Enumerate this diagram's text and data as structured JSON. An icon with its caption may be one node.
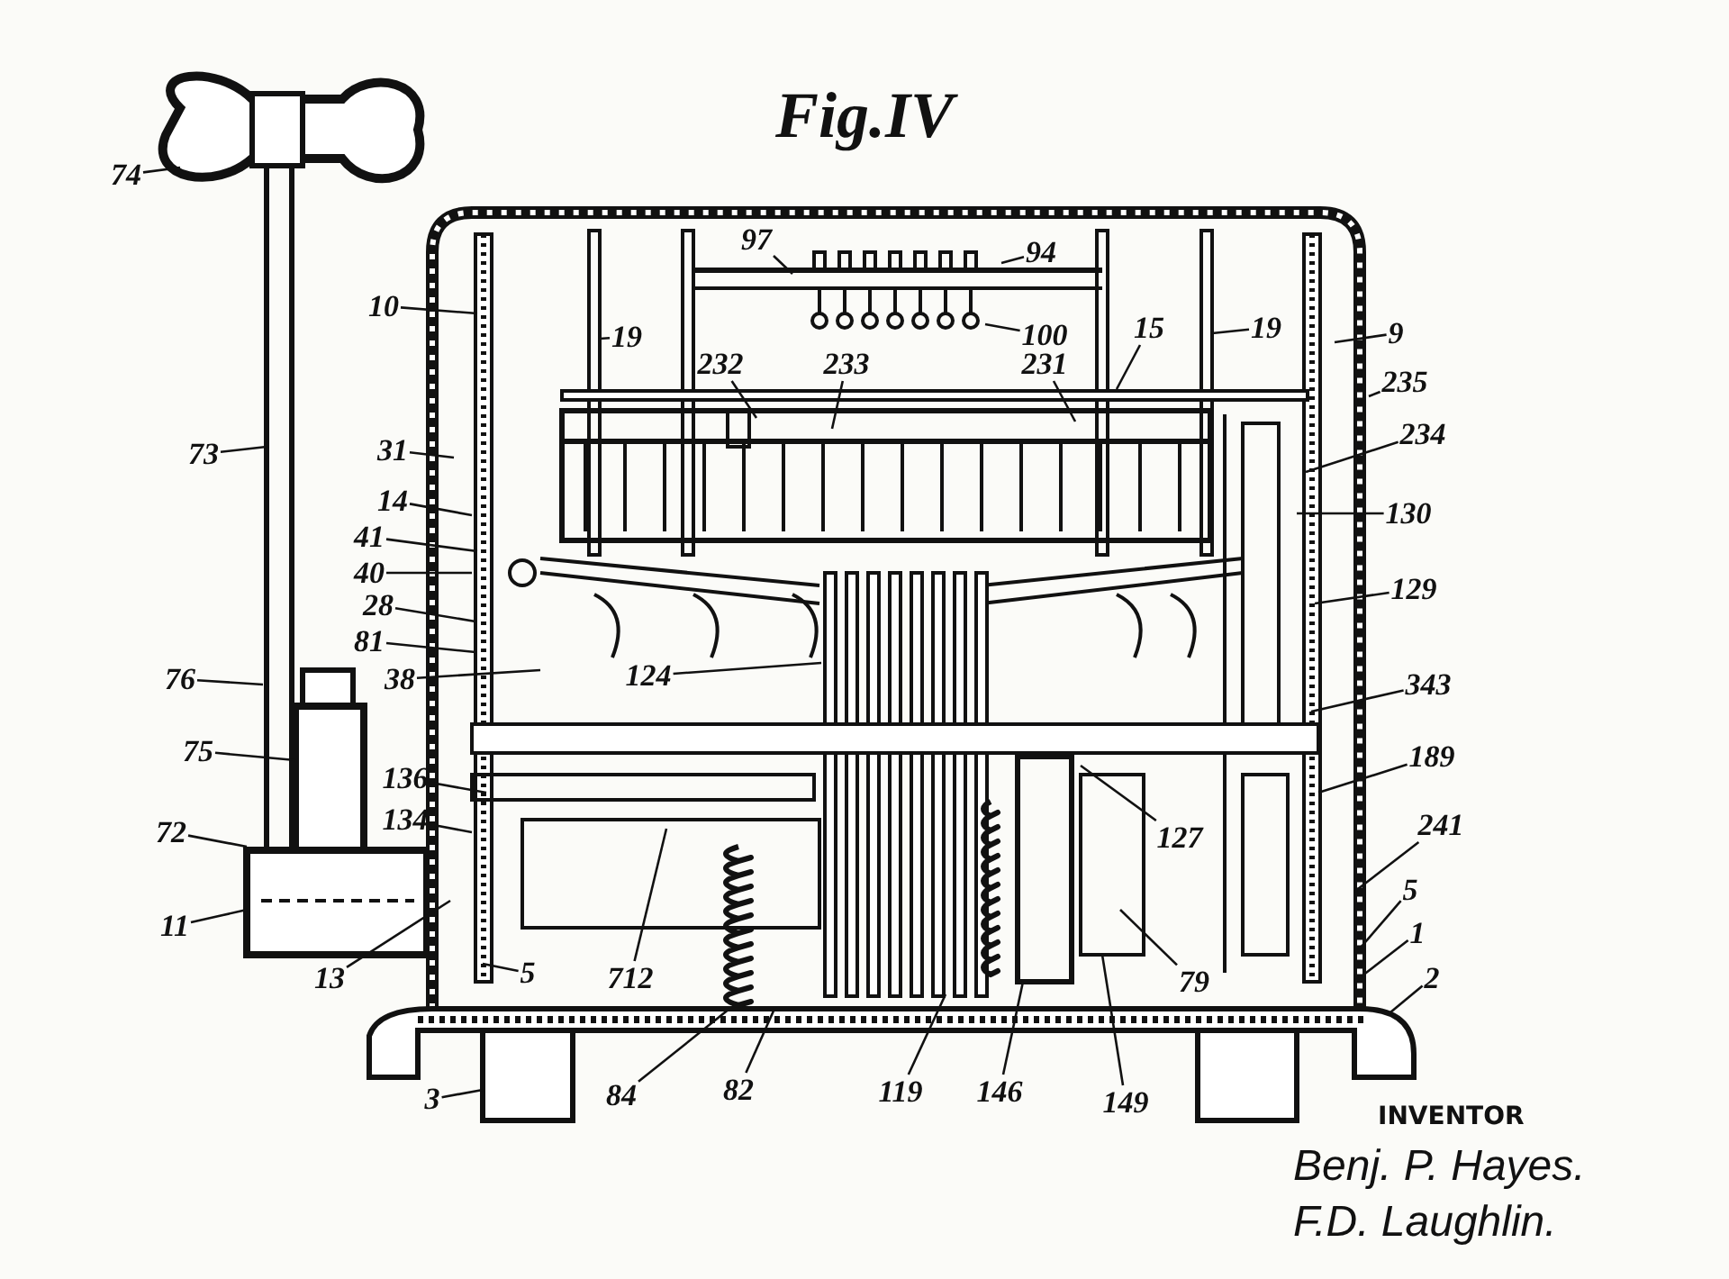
{
  "diagram": {
    "title": "Fig.IV",
    "nodes": [
      {
        "text": [
          "74"
        ]
      },
      {
        "text": [
          "97"
        ]
      },
      {
        "text": [
          "94"
        ]
      },
      {
        "text": [
          "10"
        ]
      },
      {
        "text": [
          "19"
        ]
      },
      {
        "text": [
          "100"
        ]
      },
      {
        "text": [
          "15"
        ]
      },
      {
        "text": [
          "19"
        ]
      },
      {
        "text": [
          "9"
        ]
      },
      {
        "text": [
          "232"
        ]
      },
      {
        "text": [
          "233"
        ]
      },
      {
        "text": [
          "231"
        ]
      },
      {
        "text": [
          "235"
        ]
      },
      {
        "text": [
          "234"
        ]
      },
      {
        "text": [
          "73"
        ]
      },
      {
        "text": [
          "31"
        ]
      },
      {
        "text": [
          "14"
        ]
      },
      {
        "text": [
          "130"
        ]
      },
      {
        "text": [
          "41"
        ]
      },
      {
        "text": [
          "40"
        ]
      },
      {
        "text": [
          "28"
        ]
      },
      {
        "text": [
          "129"
        ]
      },
      {
        "text": [
          "81"
        ]
      },
      {
        "text": [
          "76"
        ]
      },
      {
        "text": [
          "38"
        ]
      },
      {
        "text": [
          "124"
        ]
      },
      {
        "text": [
          "343"
        ]
      },
      {
        "text": [
          "75"
        ]
      },
      {
        "text": [
          "189"
        ]
      },
      {
        "text": [
          "136"
        ]
      },
      {
        "text": [
          "134"
        ]
      },
      {
        "text": [
          "241"
        ]
      },
      {
        "text": [
          "72"
        ]
      },
      {
        "text": [
          "127"
        ]
      },
      {
        "text": [
          "5"
        ]
      },
      {
        "text": [
          "11"
        ]
      },
      {
        "text": [
          "1"
        ]
      },
      {
        "text": [
          "13"
        ]
      },
      {
        "text": [
          "5"
        ]
      },
      {
        "text": [
          "712"
        ]
      },
      {
        "text": [
          "79"
        ]
      },
      {
        "text": [
          "2"
        ]
      },
      {
        "text": [
          "84"
        ]
      },
      {
        "text": [
          "82"
        ]
      },
      {
        "text": [
          "119"
        ]
      },
      {
        "text": [
          "146"
        ]
      },
      {
        "text": [
          "3"
        ]
      },
      {
        "text": [
          "149"
        ]
      }
    ],
    "edges": [
      {
        "from": 0,
        "to": null,
        "arrow": "none"
      },
      {
        "from": 1,
        "to": null,
        "arrow": "none"
      },
      {
        "from": 2,
        "to": null,
        "arrow": "none"
      },
      {
        "from": 3,
        "to": null,
        "arrow": "none"
      },
      {
        "from": 4,
        "to": null,
        "arrow": "none"
      },
      {
        "from": 5,
        "to": null,
        "arrow": "none"
      },
      {
        "from": 6,
        "to": null,
        "arrow": "none"
      },
      {
        "from": 7,
        "to": null,
        "arrow": "none"
      },
      {
        "from": 8,
        "to": null,
        "arrow": "none"
      },
      {
        "from": 9,
        "to": null,
        "arrow": "none"
      },
      {
        "from": 10,
        "to": null,
        "arrow": "none"
      },
      {
        "from": 11,
        "to": null,
        "arrow": "none"
      },
      {
        "from": 12,
        "to": null,
        "arrow": "none"
      },
      {
        "from": 13,
        "to": null,
        "arrow": "none"
      },
      {
        "from": 14,
        "to": null,
        "arrow": "none"
      },
      {
        "from": 15,
        "to": null,
        "arrow": "none"
      },
      {
        "from": 16,
        "to": null,
        "arrow": "none"
      },
      {
        "from": 17,
        "to": null,
        "arrow": "none"
      },
      {
        "from": 18,
        "to": null,
        "arrow": "none"
      },
      {
        "from": 19,
        "to": null,
        "arrow": "none"
      },
      {
        "from": 20,
        "to": null,
        "arrow": "none"
      },
      {
        "from": 21,
        "to": null,
        "arrow": "none"
      },
      {
        "from": 22,
        "to": null,
        "arrow": "none"
      },
      {
        "from": 23,
        "to": null,
        "arrow": "none"
      },
      {
        "from": 24,
        "to": null,
        "arrow": "none"
      },
      {
        "from": 25,
        "to": null,
        "arrow": "none"
      },
      {
        "from": 26,
        "to": null,
        "arrow": "none"
      },
      {
        "from": 27,
        "to": null,
        "arrow": "none"
      },
      {
        "from": 28,
        "to": null,
        "arrow": "none"
      },
      {
        "from": 29,
        "to": null,
        "arrow": "none"
      },
      {
        "from": 30,
        "to": null,
        "arrow": "none"
      },
      {
        "from": 31,
        "to": null,
        "arrow": "none"
      },
      {
        "from": 32,
        "to": null,
        "arrow": "none"
      },
      {
        "from": 33,
        "to": null,
        "arrow": "none"
      },
      {
        "from": 34,
        "to": null,
        "arrow": "none"
      },
      {
        "from": 35,
        "to": null,
        "arrow": "none"
      },
      {
        "from": 36,
        "to": null,
        "arrow": "none"
      },
      {
        "from": 37,
        "to": null,
        "arrow": "none"
      },
      {
        "from": 38,
        "to": null,
        "arrow": "none"
      },
      {
        "from": 39,
        "to": null,
        "arrow": "none"
      },
      {
        "from": 40,
        "to": null,
        "arrow": "none"
      },
      {
        "from": 41,
        "to": null,
        "arrow": "none"
      },
      {
        "from": 42,
        "to": null,
        "arrow": "none"
      },
      {
        "from": 43,
        "to": null,
        "arrow": "none"
      },
      {
        "from": 44,
        "to": null,
        "arrow": "none"
      },
      {
        "from": 45,
        "to": null,
        "arrow": "none"
      },
      {
        "from": 46,
        "to": null,
        "arrow": "none"
      },
      {
        "from": 47,
        "to": null,
        "arrow": "none"
      }
    ],
    "labels": [
      "INVENTOR",
      "Benj. P. Hayes.",
      "F.D. Laughlin."
    ]
  }
}
